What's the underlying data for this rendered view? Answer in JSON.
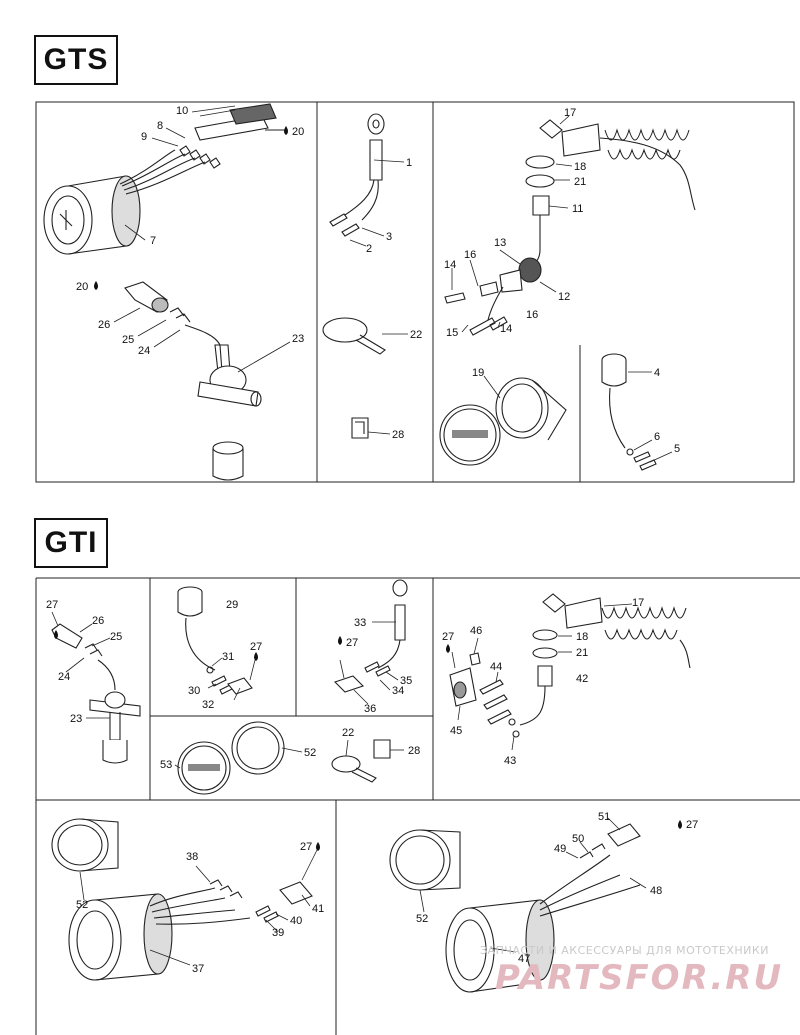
{
  "sections": {
    "gts": "GTS",
    "gti": "GTI"
  },
  "watermark": {
    "line1": "ЗАПЧАСТИ И АКСЕССУАРЫ ДЛЯ МОТОТЕХНИКИ",
    "line2": "PARTSFOR.RU"
  },
  "labels": {
    "gts": {
      "p10": "10",
      "p20a": "20",
      "p9": "9",
      "p8": "8",
      "p7": "7",
      "p20b": "20",
      "p26": "26",
      "p25": "25",
      "p24": "24",
      "p23": "23",
      "p1": "1",
      "p3": "3",
      "p2": "2",
      "p22": "22",
      "p28": "28",
      "p17": "17",
      "p18": "18",
      "p21": "21",
      "p11": "11",
      "p13": "13",
      "p16a": "16",
      "p14a": "14",
      "p12": "12",
      "p16b": "16",
      "p15": "15",
      "p14b": "14",
      "p19": "19",
      "p4": "4",
      "p6": "6",
      "p5": "5"
    },
    "gti": {
      "p27a": "27",
      "p26": "26",
      "p25": "25",
      "p24": "24",
      "p23": "23",
      "p29": "29",
      "p31": "31",
      "p27b": "27",
      "p30": "30",
      "p32": "32",
      "p33": "33",
      "p27c": "27",
      "p35": "35",
      "p34": "34",
      "p36": "36",
      "p46": "46",
      "p27d": "27",
      "p44": "44",
      "p45": "45",
      "p43": "43",
      "p17": "17",
      "p18": "18",
      "p21": "21",
      "p42": "42",
      "p22": "22",
      "p28": "28",
      "p53": "53",
      "p52a": "52",
      "p38": "38",
      "p27e": "27",
      "p52b": "52",
      "p40": "40",
      "p41": "41",
      "p39": "39",
      "p37": "37",
      "p51": "51",
      "p27f": "27",
      "p50": "50",
      "p49": "49",
      "p48": "48",
      "p52c": "52",
      "p47": "47"
    }
  }
}
